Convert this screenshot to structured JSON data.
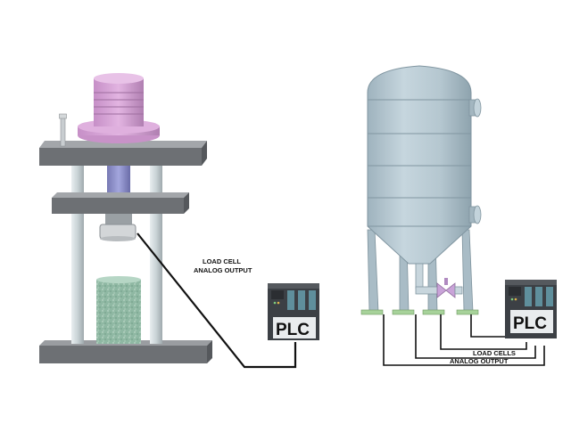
{
  "left_diagram": {
    "label_line1": "LOAD CELL",
    "label_line2": "ANALOG OUTPUT",
    "plc_label": "PLC"
  },
  "right_diagram": {
    "label_line1": "LOAD CELLS",
    "label_line2": "ANALOG OUTPUT",
    "plc_label": "PLC"
  },
  "colors": {
    "press_plates": "#7a7c80",
    "press_columns": "#c9d3d6",
    "press_top_part": "#d7a3d6",
    "press_ram": "#8c8fc7",
    "specimen": "#8fb8a3",
    "tank_body": "#b9cbd5",
    "plc_body": "#3c4045",
    "plc_module": "#5f8f9c",
    "wire": "#111111",
    "load_cell_pad": "#a7d29a"
  }
}
